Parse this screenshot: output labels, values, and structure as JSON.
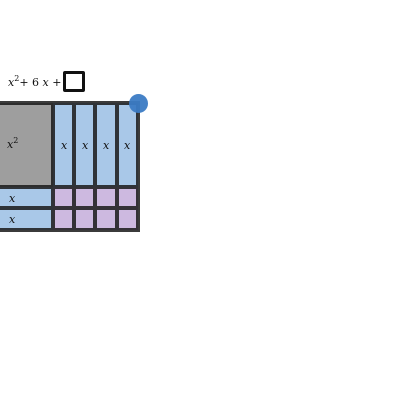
{
  "expression": {
    "x_var": "x",
    "sq_exp": "2",
    "plus1": "+ 6 ",
    "x_var2": "x",
    "plus2": " +"
  },
  "tiles": {
    "big_square_label": "x",
    "big_square_exp": "2",
    "vertical_strip_label": "x",
    "horizontal_strip_label": "x"
  },
  "colors": {
    "big_square": "#9e9e9e",
    "strip": "#a9c8e8",
    "unit": "#cdb9e0",
    "border": "#1a1a1a",
    "handle": "#3b7bc4"
  }
}
